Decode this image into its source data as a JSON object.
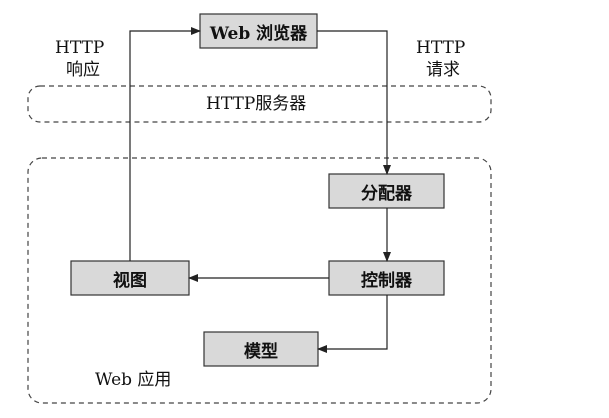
{
  "diagram": {
    "nodes": {
      "browser": "Web 浏览器",
      "dispatcher": "分配器",
      "controller": "控制器",
      "view": "视图",
      "model": "模型"
    },
    "regions": {
      "http_server": "HTTP服务器",
      "web_app": "Web 应用"
    },
    "edges": {
      "response": {
        "line1": "HTTP",
        "line2": "响应"
      },
      "request": {
        "line1": "HTTP",
        "line2": "请求"
      }
    },
    "colors": {
      "box_fill": "#d9d9d9",
      "box_stroke": "#333333",
      "line": "#222222",
      "dashed": "#444444"
    }
  }
}
